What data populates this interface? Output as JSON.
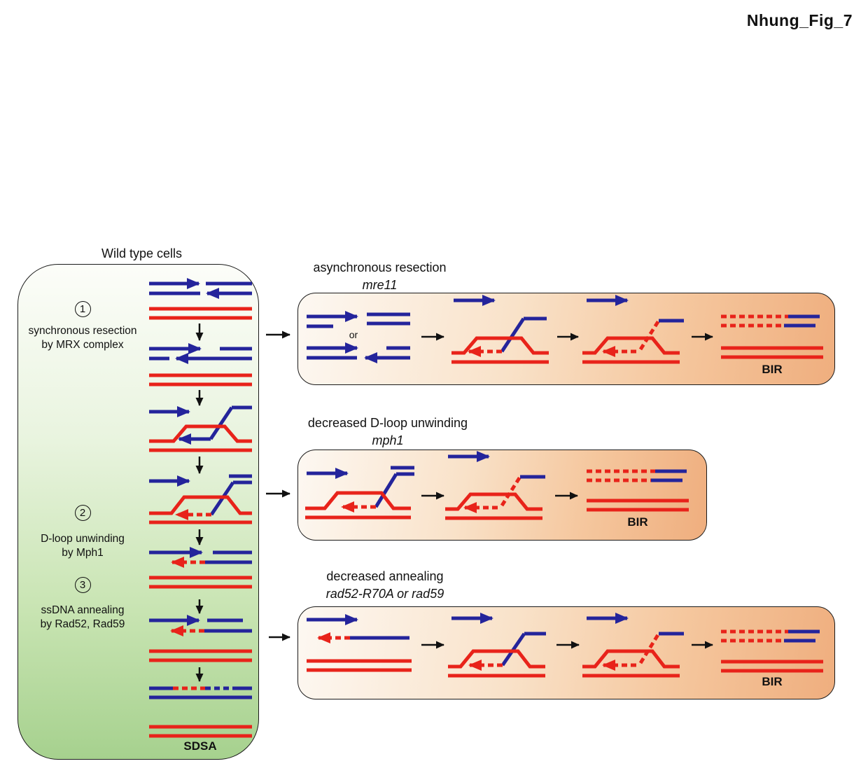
{
  "figure_label": "Nhung_Fig_7",
  "colors": {
    "dna_blue": "#24249b",
    "dna_red": "#e8231a",
    "wild_type_panel_green": "#a6d18e",
    "mutant_panel_orange": "#efae7e"
  },
  "wild_type": {
    "title": "Wild type cells",
    "steps": [
      {
        "number": "1",
        "line1": "synchronous resection",
        "line2": "by MRX complex"
      },
      {
        "number": "2",
        "line1": "D-loop unwinding",
        "line2": "by Mph1"
      },
      {
        "number": "3",
        "line1": "ssDNA annealing",
        "line2": "by Rad52, Rad59"
      }
    ],
    "outcome": "SDSA"
  },
  "mutant_panels": [
    {
      "title": "asynchronous resection",
      "gene": "mre11",
      "or_label": "or",
      "outcome": "BIR"
    },
    {
      "title": "decreased D-loop unwinding",
      "gene": "mph1",
      "outcome": "BIR"
    },
    {
      "title": "decreased annealing",
      "gene": "rad52-R70A or rad59",
      "outcome": "BIR"
    }
  ]
}
